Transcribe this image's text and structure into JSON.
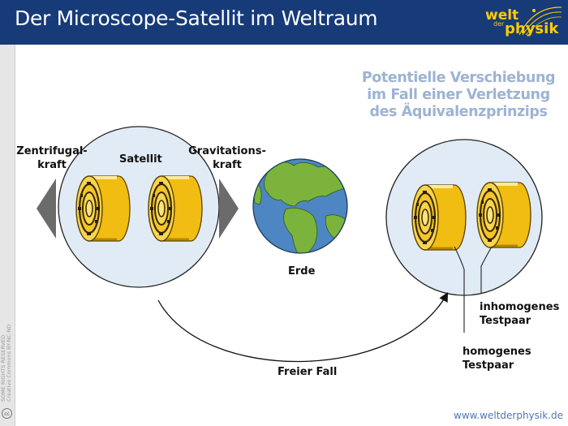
{
  "header": {
    "title": "Der Microscope-Satellit im Weltraum",
    "logo_text": "welt der physik",
    "logo_line1": "welt",
    "logo_line2": "der",
    "logo_line3": "physik"
  },
  "license": {
    "line1": "SOME RIGHTS RESERVED",
    "line2": "Creative Commons BY-NC-ND",
    "icon": "cc"
  },
  "labels": {
    "zentrifugal_line1": "Zentrifugal-",
    "zentrifugal_line2": "kraft",
    "satellit": "Satellit",
    "gravitation_line1": "Gravitations-",
    "gravitation_line2": "kraft",
    "erde": "Erde",
    "freier_fall": "Freier Fall",
    "inhomogen_line1": "inhomogenes",
    "inhomogen_line2": "Testpaar",
    "homogen_line1": "homogenes",
    "homogen_line2": "Testpaar"
  },
  "heading": {
    "line1": "Potentielle Verschiebung",
    "line2": "im Fall einer Verletzung",
    "line3": "des Äquivalenzprinzips"
  },
  "footer": {
    "url": "www.weltderphysik.de"
  },
  "colors": {
    "header_bg": "#173a78",
    "circle_fill": "#e1ebf6",
    "cylinder": "#f2bd12",
    "ocean": "#4d86c2",
    "land": "#7cb33c",
    "heading": "#9db3d3"
  }
}
